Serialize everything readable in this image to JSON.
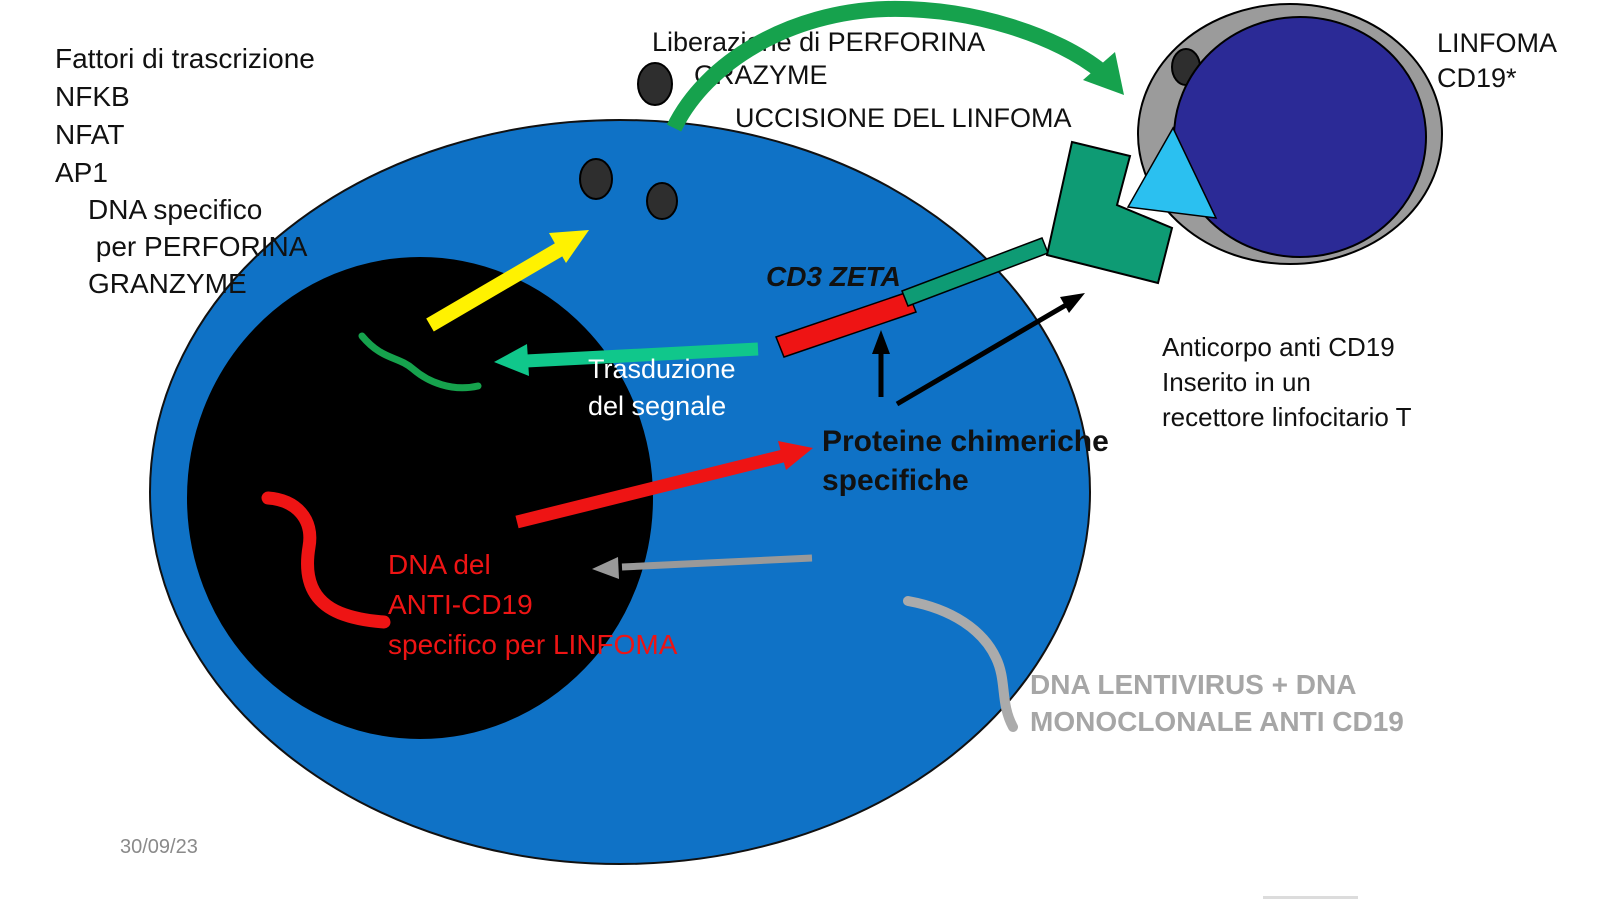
{
  "slide": {
    "date": "30/09/23",
    "labels": {
      "transcription": {
        "lines": [
          "Fattori di trascrizione",
          "NFKB",
          "NFAT",
          "AP1"
        ]
      },
      "dna_perforin": {
        "lines": [
          "DNA specifico",
          " per PERFORINA",
          "GRANZYME"
        ]
      },
      "liberation": "Liberazione di PERFORINA",
      "grazyme": "GRAZYME",
      "killing": "UCCISIONE DEL LINFOMA",
      "lymphoma": {
        "lines": [
          "LINFOMA",
          "CD19*"
        ]
      },
      "cd3_zeta": "CD3 ZETA",
      "signal": {
        "lines": [
          "Trasduzione",
          "del segnale"
        ]
      },
      "chimeric": {
        "lines": [
          "Proteine chimeriche",
          "specifiche"
        ]
      },
      "antibody": {
        "lines": [
          "Anticorpo anti CD19",
          "Inserito in un",
          "recettore linfocitario T"
        ]
      },
      "anti_cd19_dna": {
        "lines": [
          "DNA del",
          "ANTI-CD19",
          "specifico per LINFOMA"
        ]
      },
      "lentivirus": {
        "lines": [
          "DNA LENTIVIRUS + DNA",
          "MONOCLONALE ANTI CD19"
        ]
      }
    },
    "colors": {
      "cell_blue": "#0F72C6",
      "nucleus_black": "#000000",
      "lymphoma_navy": "#2B2A96",
      "lymphoma_ring_gray": "#9B9B9B",
      "antigen_cyan": "#2BC0F0",
      "receptor_green": "#0E9B74",
      "curved_arrow_green": "#16A24D",
      "signal_arrow_mint": "#10C78B",
      "accent_red": "#EE1414",
      "accent_yellow": "#FFF200",
      "arrow_black": "#000000",
      "gray_arrow": "#999999",
      "gray_squiggle": "#ABABAB",
      "granule_dark": "#2E2E2E",
      "footer_bar": "#DCDCDC"
    }
  }
}
